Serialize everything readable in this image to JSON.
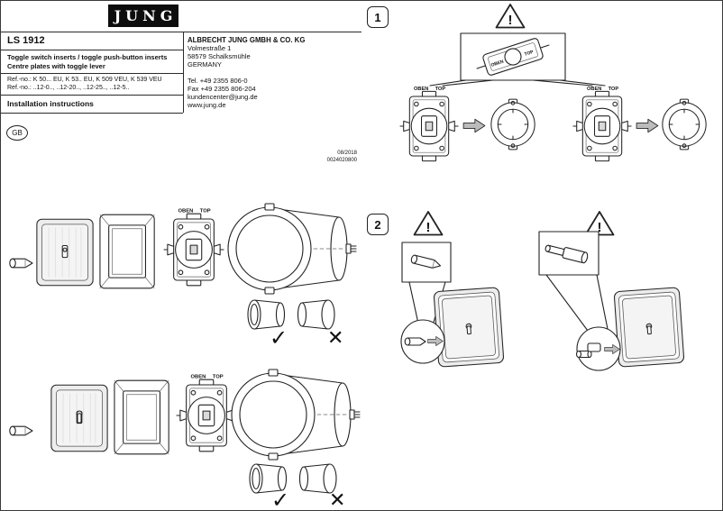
{
  "header": {
    "logo_text": "JUNG",
    "product_code": "LS 1912",
    "desc_line1": "Toggle switch inserts / toggle push-button inserts",
    "desc_line2": "Centre plates with toggle lever",
    "ref_line1": "Ref.-no.: K 50... EU, K 53.. EU, K 509 VEU, K 539 VEU",
    "ref_line2": "Ref.-no.: ..12-0.., ..12-20.., ..12-25.., ..12-5..",
    "doc_title": "Installation instructions",
    "language_badge": "GB"
  },
  "company": {
    "name": "ALBRECHT JUNG GMBH & CO. KG",
    "address_line1": "Volmestraße 1",
    "address_line2": "58579 Schalksmühle",
    "address_line3": "GERMANY",
    "tel": "Tel. +49 2355 806-0",
    "fax": "Fax +49 2355 806-204",
    "email": "kundencenter@jung.de",
    "website": "www.jung.de"
  },
  "footer_codes": {
    "date": "08/2018",
    "doc_number": "0024020800"
  },
  "steps": {
    "step1_label": "1",
    "step2_label": "2"
  },
  "labels": {
    "oben": "OBEN",
    "top": "TOP",
    "warning_mark": "!",
    "correct_mark": "✓",
    "wrong_mark": "✕"
  }
}
